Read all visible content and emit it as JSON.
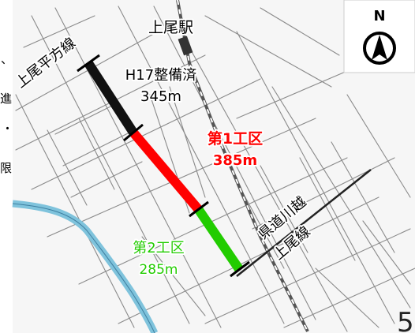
{
  "station": {
    "label": "上尾駅"
  },
  "compass": {
    "north": "N"
  },
  "roads": {
    "left_route": "上尾平方線",
    "right_route_line1": "県道川越",
    "right_route_line2": "上尾線"
  },
  "sections": {
    "completed": {
      "title": "H17整備済",
      "length": "345m",
      "color": "#111111"
    },
    "zone1": {
      "title": "第1工区",
      "length": "385m",
      "color": "#ff0000"
    },
    "zone2": {
      "title": "第2工区",
      "length": "285m",
      "color": "#22cc00"
    }
  },
  "left_margin_text": {
    "chars": [
      "、",
      "進",
      "・",
      "限"
    ]
  },
  "page_number": "5"
}
